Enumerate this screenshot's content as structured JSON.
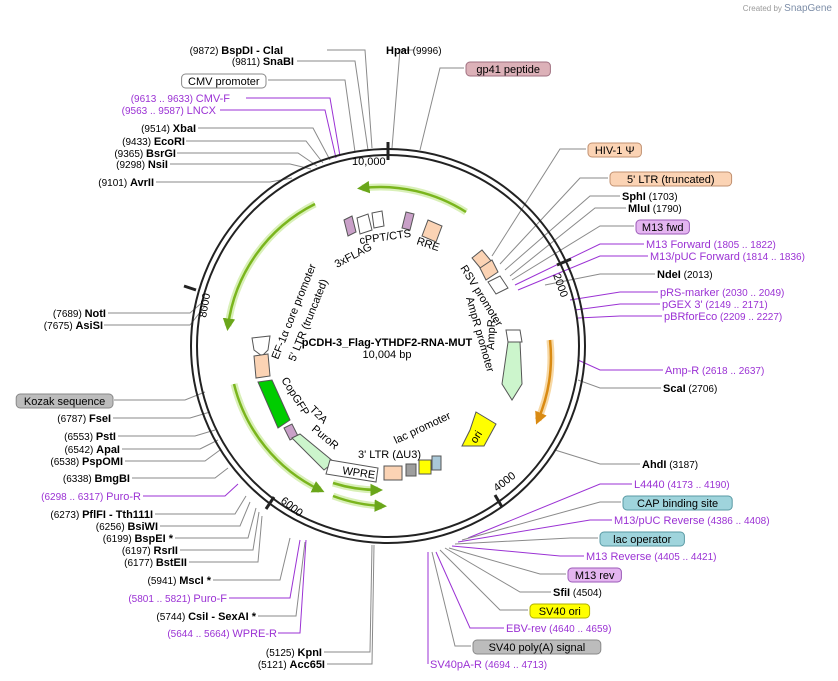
{
  "credit": {
    "prefix": "Created by",
    "brand": "SnapGene"
  },
  "plasmid": {
    "name": "pCDH-3_Flag-YTHDF2-RNA-MUT",
    "size_label": "10,004 bp"
  },
  "ticks": [
    "10,000",
    "2000",
    "4000",
    "6000",
    "8000"
  ],
  "colors": {
    "enzyme": "#000000",
    "primer": "#9b32d4",
    "line": "#8a8a8a",
    "backbone": "#222222",
    "feature_green": "#7ab51d",
    "feature_glow": "#d9f0b8",
    "orange": "#e79a1e",
    "peach": "#fbd3b4"
  },
  "labels_left": [
    {
      "num": "(9872)",
      "name": "BspDI",
      "name2": "- ClaI",
      "kind": "enzyme"
    },
    {
      "num": "(9811)",
      "name": "SnaBI",
      "kind": "enzyme"
    },
    {
      "name": "CMV promoter",
      "kind": "box"
    },
    {
      "num": "(9613 .. 9633)",
      "name": "CMV-F",
      "kind": "primer"
    },
    {
      "num": "(9563 .. 9587)",
      "name": "LNCX",
      "kind": "primer"
    },
    {
      "num": "(9514)",
      "name": "XbaI",
      "kind": "enzyme"
    },
    {
      "num": "(9433)",
      "name": "EcoRI",
      "kind": "enzyme"
    },
    {
      "num": "(9365)",
      "name": "BsrGI",
      "kind": "enzyme"
    },
    {
      "num": "(9298)",
      "name": "NsiI",
      "kind": "enzyme"
    },
    {
      "num": "(9101)",
      "name": "AvrII",
      "kind": "enzyme"
    },
    {
      "num": "(7689)",
      "name": "NotI",
      "kind": "enzyme"
    },
    {
      "num": "(7675)",
      "name": "AsiSI",
      "kind": "enzyme"
    },
    {
      "name": "Kozak sequence",
      "kind": "box"
    },
    {
      "num": "(6787)",
      "name": "FseI",
      "kind": "enzyme"
    },
    {
      "num": "(6553)",
      "name": "PstI",
      "kind": "enzyme"
    },
    {
      "num": "(6542)",
      "name": "ApaI",
      "kind": "enzyme"
    },
    {
      "num": "(6538)",
      "name": "PspOMI",
      "kind": "enzyme"
    },
    {
      "num": "(6338)",
      "name": "BmgBI",
      "kind": "enzyme"
    },
    {
      "num": "(6298 .. 6317)",
      "name": "Puro-R",
      "kind": "primer"
    },
    {
      "num": "(6273)",
      "name": "PflFI",
      "name2": "- Tth111I",
      "kind": "enzyme"
    },
    {
      "num": "(6256)",
      "name": "BsiWI",
      "kind": "enzyme"
    },
    {
      "num": "(6199)",
      "name": "BspEI",
      "mark": "*",
      "kind": "enzyme"
    },
    {
      "num": "(6197)",
      "name": "RsrII",
      "kind": "enzyme"
    },
    {
      "num": "(6177)",
      "name": "BstEII",
      "kind": "enzyme"
    },
    {
      "num": "(5941)",
      "name": "MscI",
      "mark": "*",
      "kind": "enzyme"
    },
    {
      "num": "(5801 .. 5821)",
      "name": "Puro-F",
      "kind": "primer"
    },
    {
      "num": "(5744)",
      "name": "CsiI",
      "name2": "- SexAI",
      "mark": "*",
      "kind": "enzyme"
    },
    {
      "num": "(5644 .. 5664)",
      "name": "WPRE-R",
      "kind": "primer"
    },
    {
      "num": "(5125)",
      "name": "KpnI",
      "kind": "enzyme"
    },
    {
      "num": "(5121)",
      "name": "Acc65I",
      "kind": "enzyme"
    }
  ],
  "labels_right": [
    {
      "name": "HpaI",
      "num": "(9996)",
      "kind": "enzyme"
    },
    {
      "name": "gp41 peptide",
      "kind": "box"
    },
    {
      "name": "HIV-1 Ψ",
      "kind": "box"
    },
    {
      "name": "5' LTR (truncated)",
      "kind": "box"
    },
    {
      "name": "SphI",
      "num": "(1703)",
      "kind": "enzyme"
    },
    {
      "name": "MluI",
      "num": "(1790)",
      "kind": "enzyme"
    },
    {
      "name": "M13 fwd",
      "kind": "box"
    },
    {
      "name": "M13 Forward",
      "num": "(1805 .. 1822)",
      "kind": "primer"
    },
    {
      "name": "M13/pUC Forward",
      "num": "(1814 .. 1836)",
      "kind": "primer"
    },
    {
      "name": "NdeI",
      "num": "(2013)",
      "kind": "enzyme"
    },
    {
      "name": "pRS-marker",
      "num": "(2030 .. 2049)",
      "kind": "primer"
    },
    {
      "name": "pGEX 3'",
      "num": "(2149 .. 2171)",
      "kind": "primer"
    },
    {
      "name": "pBRforEco",
      "num": "(2209 .. 2227)",
      "kind": "primer"
    },
    {
      "name": "Amp-R",
      "num": "(2618 .. 2637)",
      "kind": "primer"
    },
    {
      "name": "ScaI",
      "num": "(2706)",
      "kind": "enzyme"
    },
    {
      "name": "AhdI",
      "num": "(3187)",
      "kind": "enzyme"
    },
    {
      "name": "L4440",
      "num": "(4173 .. 4190)",
      "kind": "primer"
    },
    {
      "name": "CAP binding site",
      "kind": "box"
    },
    {
      "name": "M13/pUC Reverse",
      "num": "(4386 .. 4408)",
      "kind": "primer"
    },
    {
      "name": "lac operator",
      "kind": "box"
    },
    {
      "name": "M13 Reverse",
      "num": "(4405 .. 4421)",
      "kind": "primer"
    },
    {
      "name": "M13 rev",
      "kind": "box"
    },
    {
      "name": "SfiI",
      "num": "(4504)",
      "kind": "enzyme"
    },
    {
      "name": "SV40 ori",
      "kind": "box"
    },
    {
      "name": "EBV-rev",
      "num": "(4640 .. 4659)",
      "kind": "primer"
    },
    {
      "name": "SV40 poly(A) signal",
      "kind": "box"
    },
    {
      "name": "SV40pA-R",
      "num": "(4694 .. 4713)",
      "kind": "primer"
    }
  ],
  "inner_features": [
    "cPPT/CTS",
    "RRE",
    "3xFLAG",
    "RSV promoter",
    "AmpR promoter",
    "AmpR",
    "EF-1α core promoter",
    "5' LTR (truncated)",
    "CopGFP",
    "T2A",
    "PuroR",
    "WPRE",
    "3' LTR (ΔU3)",
    "lac promoter",
    "ori"
  ]
}
